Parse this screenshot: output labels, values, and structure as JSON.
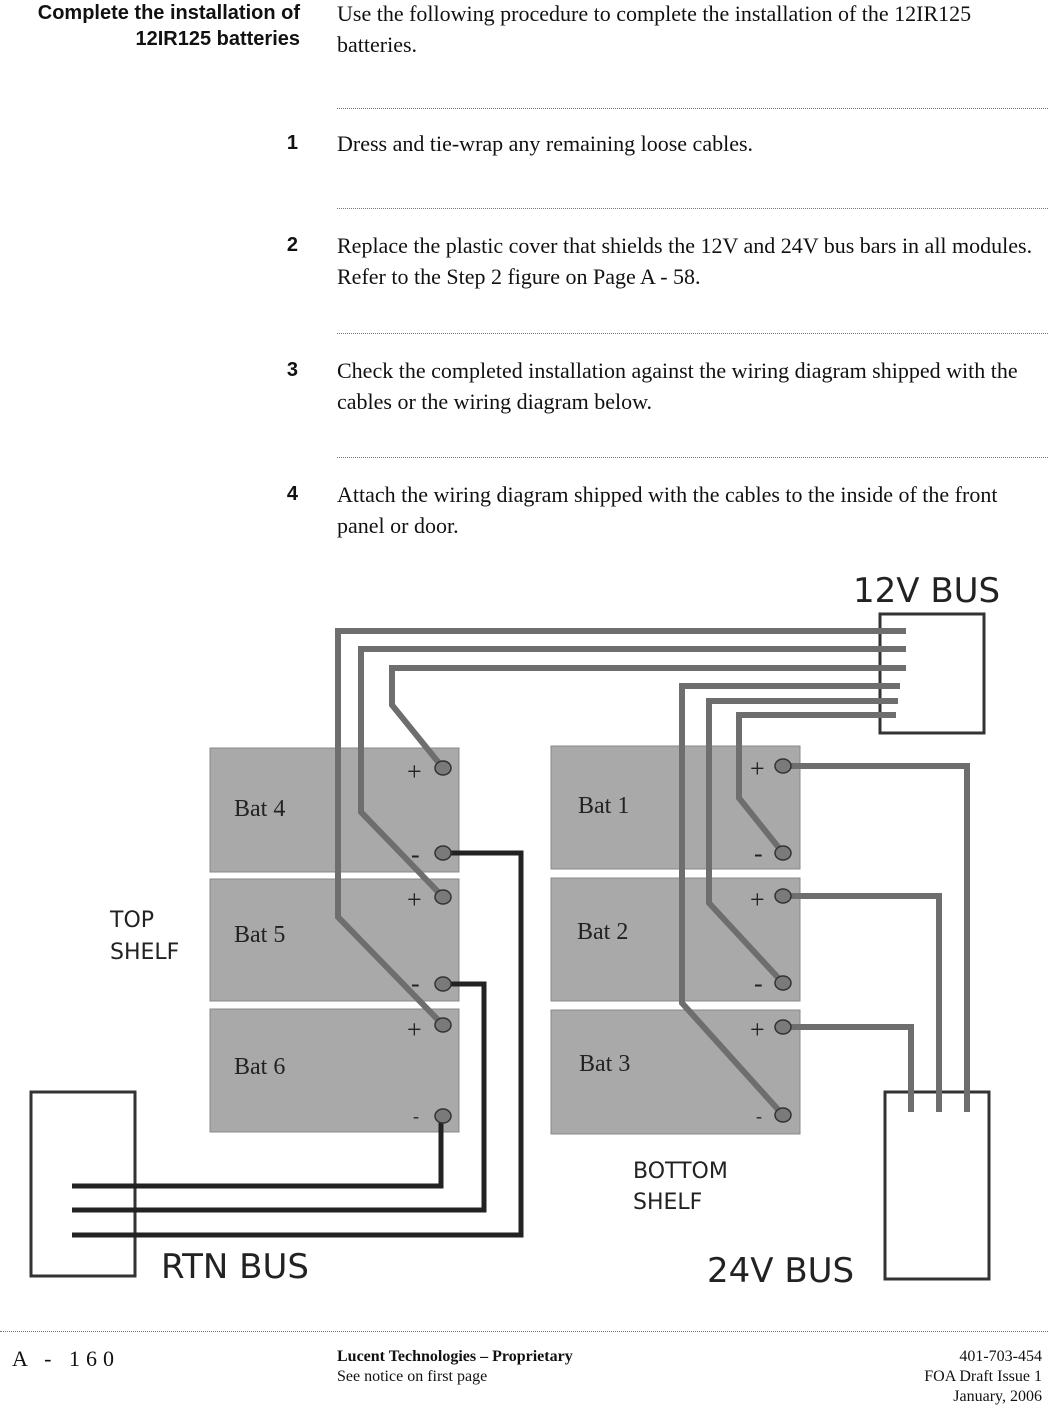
{
  "sidehead": {
    "line1": "Complete the installation of",
    "line2": "12IR125 batteries"
  },
  "intro": "Use the following procedure to complete the installation of the 12IR125 batteries.",
  "steps": [
    {
      "num": "1",
      "text": "Dress and tie-wrap any remaining loose cables."
    },
    {
      "num": "2",
      "text": "Replace the plastic cover that shields the 12V and 24V bus bars in all modules. Refer to the Step 2 figure on Page  A - 58."
    },
    {
      "num": "3",
      "text": "Check the completed installation against the wiring diagram shipped with the cables or the wiring diagram below."
    },
    {
      "num": "4",
      "text": "Attach the wiring diagram shipped with the cables to the inside of the front panel or door."
    }
  ],
  "diagram": {
    "bus_12v": "12V BUS",
    "bus_24v": "24V BUS",
    "bus_rtn": "RTN BUS",
    "top_shelf": [
      "TOP",
      "SHELF"
    ],
    "bottom_shelf": [
      "BOTTOM",
      "SHELF"
    ],
    "batteries": [
      "Bat 4",
      "Bat 5",
      "Bat 6",
      "Bat 1",
      "Bat 2",
      "Bat 3"
    ],
    "plus": "+",
    "minus": "-"
  },
  "footer": {
    "page_number": "A - 160",
    "company": "Lucent Technologies – Proprietary",
    "notice": "See notice on first page",
    "doc_number": "401-703-454",
    "issue": "FOA Draft Issue 1",
    "date": "January, 2006"
  }
}
